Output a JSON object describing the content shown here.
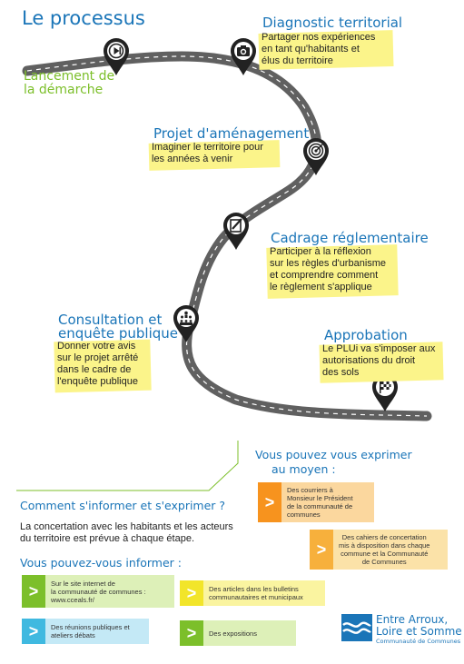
{
  "title": "Le processus",
  "steps": {
    "lancement": {
      "title_lines": [
        "Lancement de",
        "la démarche"
      ]
    },
    "diagnostic": {
      "title": "Diagnostic territorial",
      "text_lines": [
        "Partager nos expériences",
        "en tant qu'habitants et",
        "élus du territoire"
      ]
    },
    "projet": {
      "title": "Projet d'aménagement",
      "text_lines": [
        "Imaginer le territoire pour",
        "les années à venir"
      ]
    },
    "cadrage": {
      "title": "Cadrage réglementaire",
      "text_lines": [
        "Participer à la réflexion",
        "sur les règles d'urbanisme",
        "et comprendre comment",
        "le règlement s'applique"
      ]
    },
    "consultation": {
      "title_lines": [
        "Consultation et",
        "enquête publique"
      ],
      "text_lines": [
        "Donner votre avis",
        "sur le projet arrêté",
        "dans le cadre de",
        "l'enquête publique"
      ]
    },
    "approbation": {
      "title": "Approbation",
      "text_lines": [
        "Le PLUi va s'imposer aux",
        "autorisations du droit",
        "des sols"
      ]
    }
  },
  "express": {
    "heading_lines": [
      "Vous pouvez vous exprimer",
      "au moyen :"
    ],
    "cards": [
      {
        "lines": [
          "Des courriers à",
          "Monsieur le Président",
          "de la communauté de",
          "communes"
        ],
        "color": "#f7931e",
        "bg": "#fbd79e"
      },
      {
        "lines": [
          "Des cahiers de concertation",
          "mis à disposition dans chaque",
          "commune et la Communauté",
          "de Communes"
        ],
        "color": "#f7b03c",
        "bg": "#fbe2a8"
      }
    ]
  },
  "inform_section": {
    "heading": "Comment s'informer et s'exprimer ?",
    "body_lines": [
      "La concertation avec les habitants et les acteurs",
      "du territoire est prévue à chaque étape."
    ],
    "subheading": "Vous pouvez-vous informer :",
    "cards": [
      {
        "lines": [
          "Sur le site internet de",
          "la communauté de communes :",
          "www.cceals.fr/"
        ],
        "color": "#7cbf2a",
        "bg": "#ddf0b8"
      },
      {
        "lines": [
          "Des articles dans les bulletins",
          "communautaires et municipaux"
        ],
        "color": "#f2e52a",
        "bg": "#faf4a0"
      },
      {
        "lines": [
          "Des réunions publiques et",
          "ateliers débats"
        ],
        "color": "#3fb9e0",
        "bg": "#c4e9f6"
      },
      {
        "lines": [
          "Des expositions"
        ],
        "color": "#7cbf2a",
        "bg": "#ddf0b8"
      }
    ]
  },
  "logo": {
    "line1": "Entre Arroux,",
    "line2": "Loire et Somme",
    "line3": "Communauté de Communes"
  },
  "colors": {
    "blue": "#1a75b8",
    "green": "#7cbf2a",
    "highlight": "#fbf48a",
    "road": "#555555"
  },
  "icons": [
    "play-icon",
    "camera-icon",
    "target-icon",
    "document-icon",
    "people-icon",
    "checkered-flag-icon"
  ]
}
